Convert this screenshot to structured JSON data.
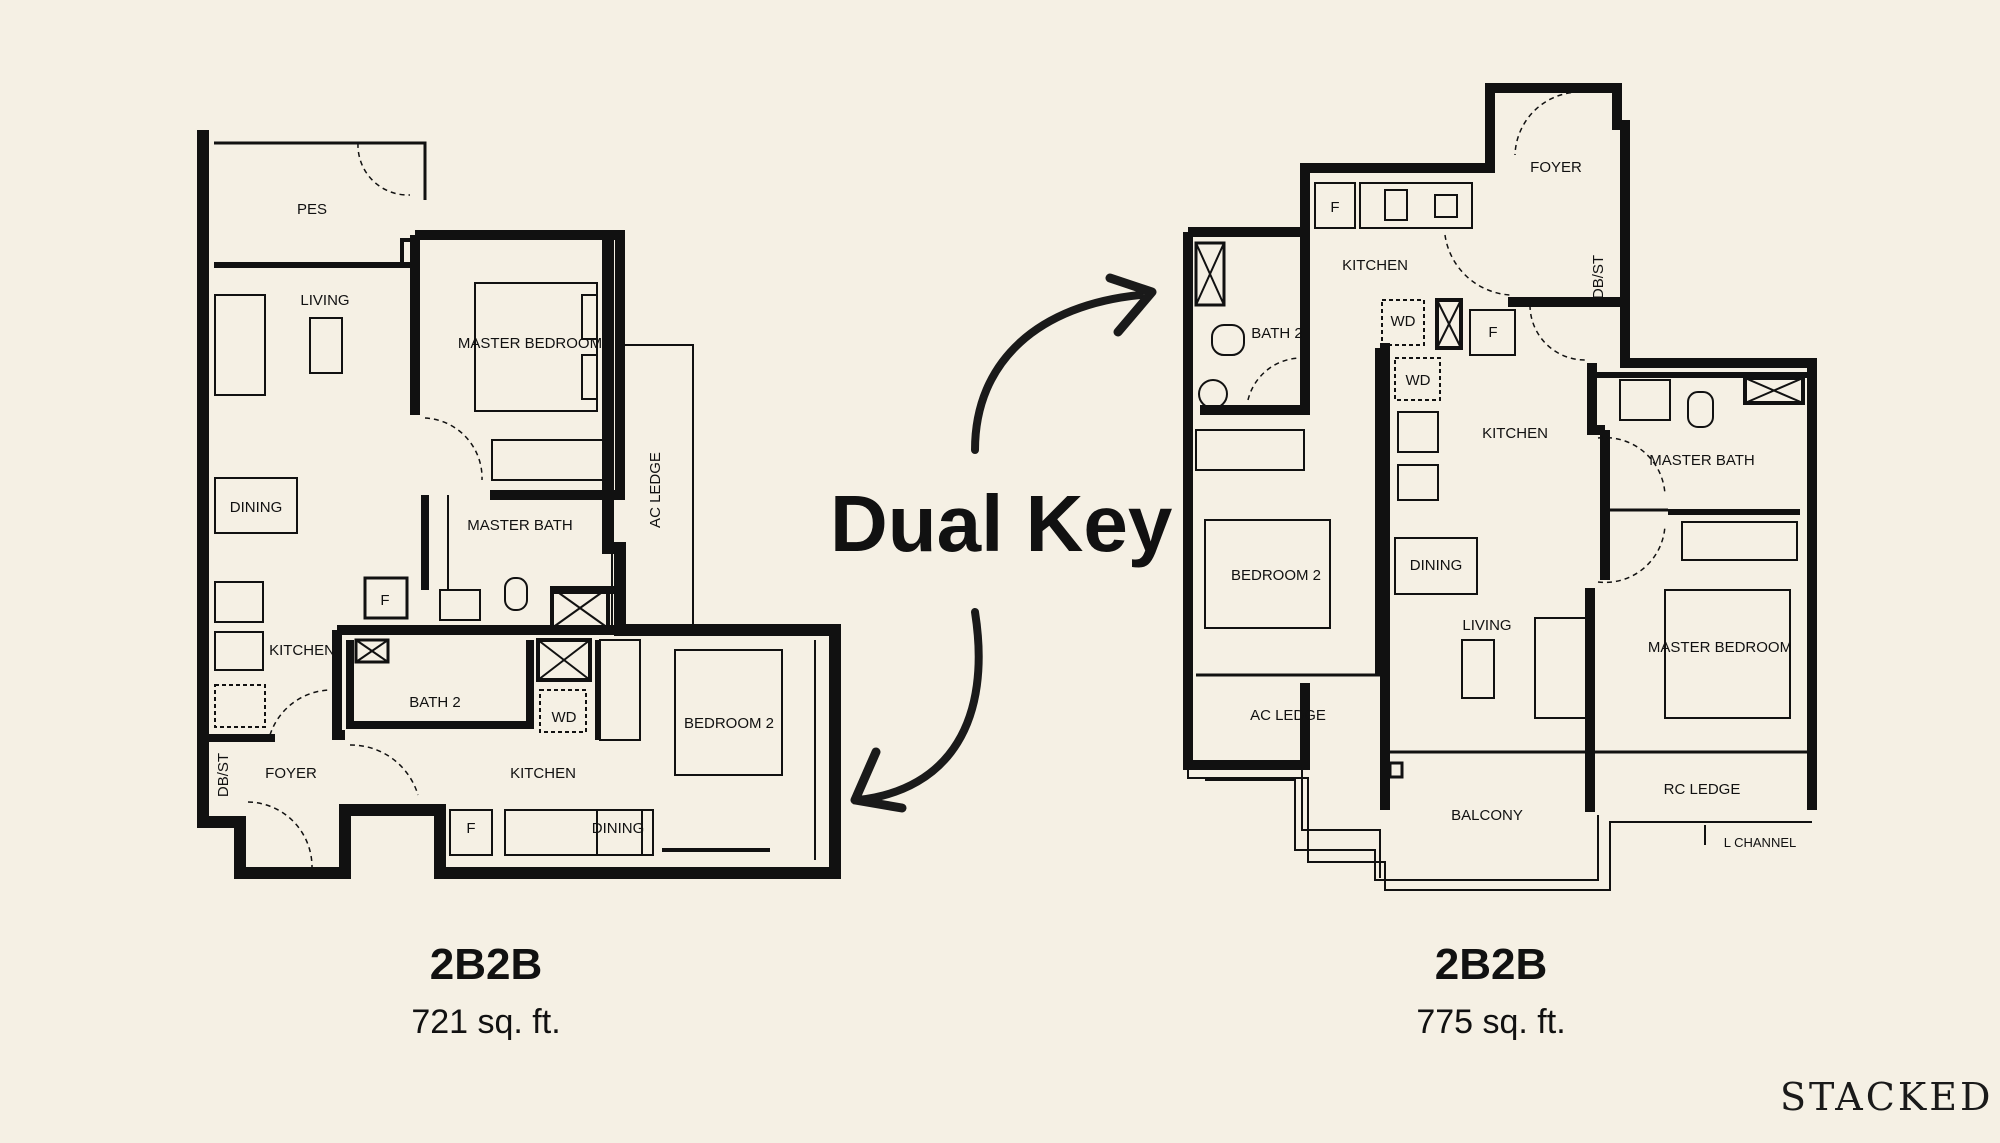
{
  "heading": "Dual Key",
  "brand": "STACKED",
  "plans": [
    {
      "type": "2B2B",
      "area": "721 sq. ft.",
      "rooms": [
        "PES",
        "LIVING",
        "MASTER BEDROOM",
        "DINING",
        "MASTER BATH",
        "AC LEDGE",
        "KITCHEN",
        "BATH 2",
        "WD",
        "F",
        "BEDROOM 2",
        "DB/ST",
        "FOYER",
        "KITCHEN",
        "F",
        "DINING"
      ]
    },
    {
      "type": "2B2B",
      "area": "775 sq. ft.",
      "rooms": [
        "FOYER",
        "F",
        "KITCHEN",
        "DB/ST",
        "BATH 2",
        "WD",
        "F",
        "WD",
        "KITCHEN",
        "MASTER BATH",
        "BEDROOM 2",
        "DINING",
        "LIVING",
        "MASTER BEDROOM",
        "AC LEDGE",
        "BALCONY",
        "RC LEDGE",
        "L CHANNEL"
      ]
    }
  ],
  "colors": {
    "background": "#f5f0e4",
    "wall": "#111111",
    "text": "#111111"
  }
}
